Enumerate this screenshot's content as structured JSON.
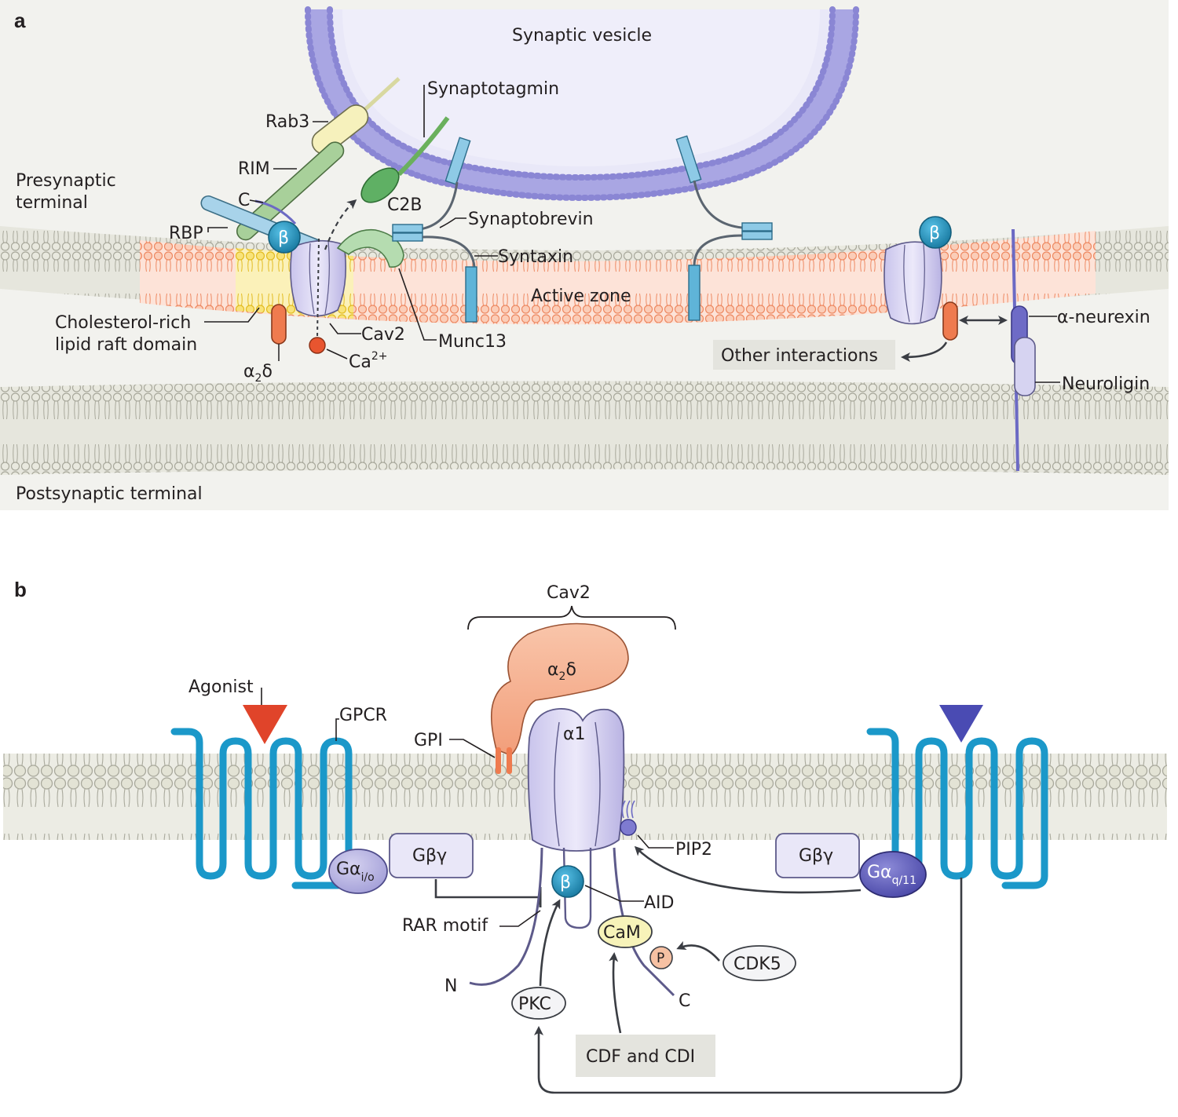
{
  "panel_a": {
    "letter": "a",
    "synaptic_vesicle": "Synaptic vesicle",
    "synaptotagmin": "Synaptotagmin",
    "rab3": "Rab3",
    "rim": "RIM",
    "presynaptic_terminal_line1": "Presynaptic",
    "presynaptic_terminal_line2": "terminal",
    "c_label": "C",
    "c2b": "C2B",
    "synaptobrevin": "Synaptobrevin",
    "rbp": "RBP",
    "beta": "β",
    "syntaxin": "Syntaxin",
    "active_zone": "Active zone",
    "cholesterol_line1": "Cholesterol-rich",
    "cholesterol_line2": "lipid raft domain",
    "cav2": "Cav2",
    "munc13": "Munc13",
    "alpha2delta_a": "α",
    "alpha2delta_sub": "2",
    "alpha2delta_b": "δ",
    "ca_label": "Ca",
    "ca_sup": "2+",
    "alpha_neurexin": "α-neurexin",
    "other_interactions": "Other interactions",
    "neuroligin": "Neuroligin",
    "postsynaptic_terminal": "Postsynaptic terminal"
  },
  "panel_b": {
    "letter": "b",
    "cav2": "Cav2",
    "agonist": "Agonist",
    "gpcr": "GPCR",
    "a2d_a": "α",
    "a2d_sub": "2",
    "a2d_b": "δ",
    "gpi": "GPI",
    "alpha1": "α1",
    "gbg_left": "Gβγ",
    "gbg_right": "Gβγ",
    "gai_a": "Gα",
    "gai_sub": "i/o",
    "gaq_a": "Gα",
    "gaq_sub": "q/11",
    "pip2": "PIP2",
    "beta": "β",
    "aid": "AID",
    "rar_motif": "RAR motif",
    "cam": "CaM",
    "p": "P",
    "cdk5": "CDK5",
    "n_label": "N",
    "c_label": "C",
    "pkc": "PKC",
    "cdf_cdi": "CDF and CDI"
  },
  "colors": {
    "vesicle": "#a9a6e3",
    "membrane_gray": "#bdbdb0",
    "active_zone_orange": "#f4a07f",
    "raft_yellow": "#f5d84a",
    "beta_teal": "#1f8fb8",
    "gpcr_blue": "#1b98c9",
    "agonist_red": "#e0442a",
    "agonist_blue": "#4a4bb3",
    "channel_lavender": "#d7d3f0",
    "alpha2delta_salmon": "#f6b89a",
    "label_box_gray": "#e4e4de"
  }
}
